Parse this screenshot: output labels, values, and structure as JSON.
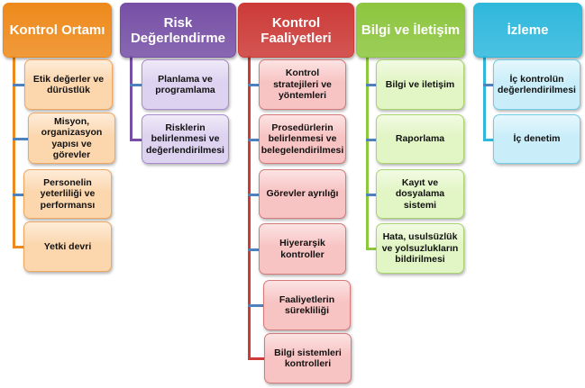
{
  "columns": [
    {
      "id": "kontrol-ortami",
      "title": "Kontrol Ortamı",
      "color": "#ee8a1c",
      "light": "#fcd7ae",
      "border": "#f0a860",
      "items": [
        "Etik değerler ve dürüstlük",
        "Misyon, organizasyon yapısı ve görevler",
        "Personelin yeterliliği ve performansı",
        "Yetki devri"
      ]
    },
    {
      "id": "risk-degerlendirme",
      "title": "Risk Değerlendirme",
      "color": "#7750a6",
      "light": "#ddd2f0",
      "border": "#a98ccd",
      "items": [
        "Planlama ve programlama",
        "Risklerin belirlenmesi ve değerlendirilmesi"
      ]
    },
    {
      "id": "kontrol-faaliyetleri",
      "title": "Kontrol Faaliyetleri",
      "color": "#cc3b38",
      "light": "#f8c3c3",
      "border": "#d47a7a",
      "items": [
        "Kontrol stratejileri ve yöntemleri",
        "Prosedürlerin belirlenmesi ve belegelendirilmesi",
        "Görevler ayrılığı",
        "Hiyerarşik kontroller",
        "Faaliyetlerin sürekliliği",
        "Bilgi sistemleri kontrolleri"
      ]
    },
    {
      "id": "bilgi-iletisim",
      "title": "Bilgi ve İletişim",
      "color": "#8dc63f",
      "light": "#e2f5c4",
      "border": "#a9d46e",
      "items": [
        "Bilgi ve iletişim",
        "Raporlama",
        "Kayıt ve dosyalama sistemi",
        "Hata, usulsüzlük ve yolsuzlukların bildirilmesi"
      ]
    },
    {
      "id": "izleme",
      "title": "İzleme",
      "color": "#2fb8dc",
      "light": "#c9eef9",
      "border": "#6fcde6",
      "items": [
        "İç kontrolün değerlendirilmesi",
        "İç denetim"
      ]
    }
  ],
  "connector_color": "#4f81bd"
}
